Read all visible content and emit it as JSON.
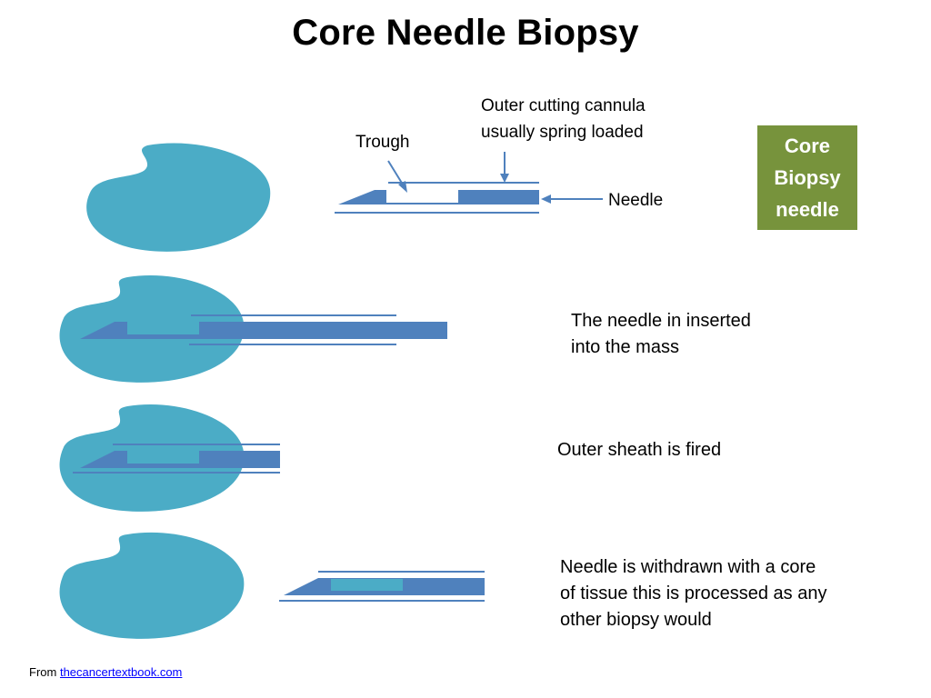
{
  "title": "Core Needle Biopsy",
  "labels": {
    "trough": "Trough",
    "cannula_line1": "Outer cutting cannula",
    "cannula_line2": "usually spring loaded",
    "needle": "Needle"
  },
  "badge": {
    "line1": "Core",
    "line2": "Biopsy",
    "line3": "needle",
    "color": "#77933C"
  },
  "steps": [
    {
      "line1": "The needle in inserted",
      "line2": "into the mass"
    },
    {
      "line1": "Outer sheath is fired"
    },
    {
      "line1": "Needle is withdrawn with a core",
      "line2": "of tissue this is processed as any",
      "line3": "other biopsy would"
    }
  ],
  "footer": {
    "prefix": "From",
    "link_text": "thecancertextbook.com"
  },
  "colors": {
    "tissue_mass": "#4BACC6",
    "needle": "#4F81BD",
    "tissue_core": "#4BACC6",
    "arrow": "#4F81BD",
    "link": "#0000FF"
  }
}
